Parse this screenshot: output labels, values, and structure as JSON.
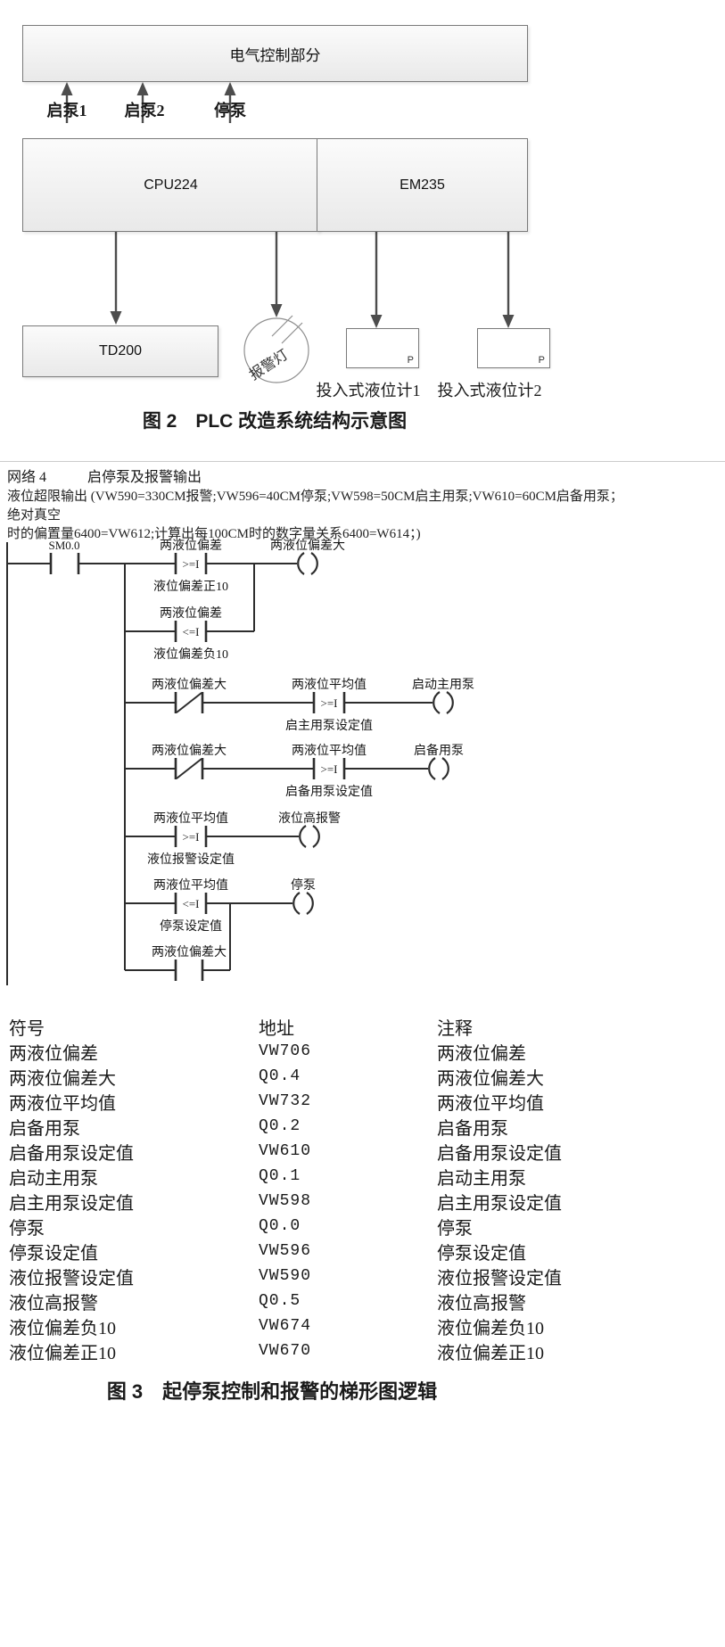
{
  "fig2": {
    "caption": "图 2　PLC 改造系统结构示意图",
    "control_box": "电气控制部分",
    "cpu_box": "CPU224",
    "em_box": "EM235",
    "td200_box": "TD200",
    "p_label": "P",
    "signal_labels": [
      "启泵1",
      "启泵2",
      "停泵"
    ],
    "alarm_lamp_label": "报警灯",
    "sensor1_label": "投入式液位计1",
    "sensor2_label": "投入式液位计2"
  },
  "fig3": {
    "caption": "图 3　起停泵控制和报警的梯形图逻辑",
    "network_label": "网络 4",
    "network_title": "启停泵及报警输出",
    "comment_line1": "液位超限输出 (VW590=330CM报警;VW596=40CM停泵;VW598=50CM启主用泵;VW610=60CM启备用泵；绝对真空",
    "comment_line2": "时的偏置量6400=VW612;计算出每100CM时的数字量关系6400=W614；)",
    "ladder": {
      "power_contact": "SM0.0",
      "ge_op": ">=I",
      "le_op": "<=I",
      "rung1": {
        "cmp_top": "两液位偏差",
        "cmp_bottom": "液位偏差正10",
        "coil": "两液位偏差大"
      },
      "rung2": {
        "cmp_top": "两液位偏差",
        "cmp_bottom": "液位偏差负10"
      },
      "rung3": {
        "contact": "两液位偏差大",
        "cmp_top": "两液位平均值",
        "cmp_bottom": "启主用泵设定值",
        "coil": "启动主用泵"
      },
      "rung4": {
        "contact": "两液位偏差大",
        "cmp_top": "两液位平均值",
        "cmp_bottom": "启备用泵设定值",
        "coil": "启备用泵"
      },
      "rung5": {
        "cmp_top": "两液位平均值",
        "cmp_bottom": "液位报警设定值",
        "coil": "液位高报警"
      },
      "rung6": {
        "cmp_top": "两液位平均值",
        "cmp_bottom": "停泵设定值",
        "coil": "停泵"
      },
      "rung7": {
        "contact": "两液位偏差大"
      }
    },
    "table": {
      "headers": [
        "符号",
        "地址",
        "注释"
      ],
      "rows": [
        [
          "两液位偏差",
          "VW706",
          "两液位偏差"
        ],
        [
          "两液位偏差大",
          "Q0.4",
          "两液位偏差大"
        ],
        [
          "两液位平均值",
          "VW732",
          "两液位平均值"
        ],
        [
          "启备用泵",
          "Q0.2",
          "启备用泵"
        ],
        [
          "启备用泵设定值",
          "VW610",
          "启备用泵设定值"
        ],
        [
          "启动主用泵",
          "Q0.1",
          "启动主用泵"
        ],
        [
          "启主用泵设定值",
          "VW598",
          "启主用泵设定值"
        ],
        [
          "停泵",
          "Q0.0",
          "停泵"
        ],
        [
          "停泵设定值",
          "VW596",
          "停泵设定值"
        ],
        [
          "液位报警设定值",
          "VW590",
          "液位报警设定值"
        ],
        [
          "液位高报警",
          "Q0.5",
          "液位高报警"
        ],
        [
          "液位偏差负10",
          "VW674",
          "液位偏差负10"
        ],
        [
          "液位偏差正10",
          "VW670",
          "液位偏差正10"
        ]
      ]
    }
  }
}
